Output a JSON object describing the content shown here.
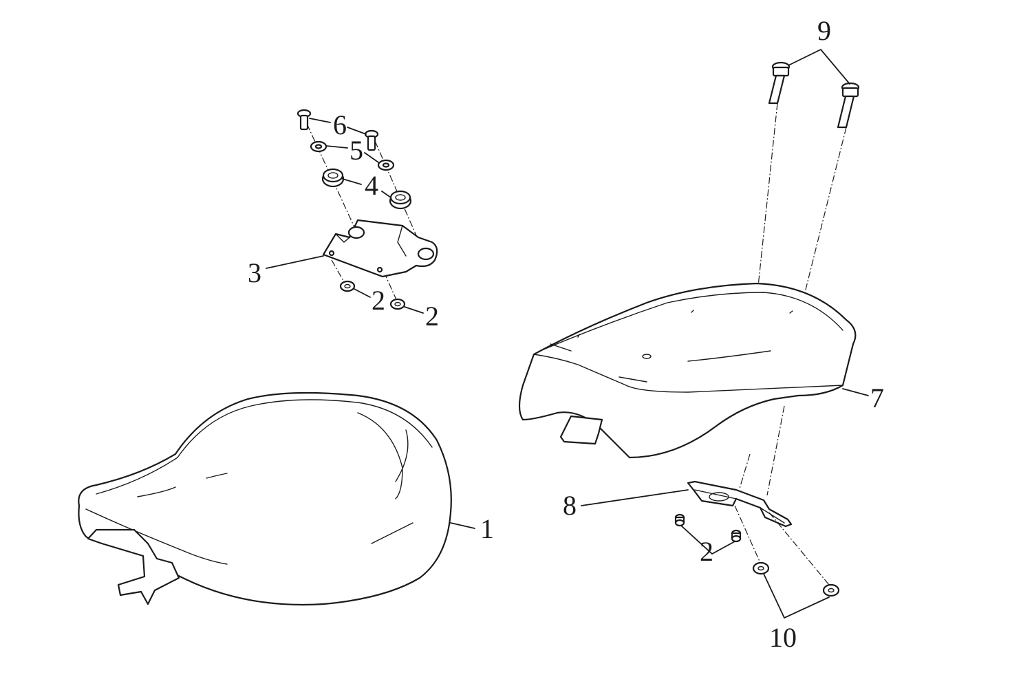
{
  "callouts": {
    "part_1": "1",
    "part_2_upper_left": "2",
    "part_2_upper_right": "2",
    "part_2_lower": "2",
    "part_3": "3",
    "part_4": "4",
    "part_5": "5",
    "part_6": "6",
    "part_7": "7",
    "part_8": "8",
    "part_9": "9",
    "part_10": "10"
  },
  "colors": {
    "line": "#1a1a1a",
    "background": "#ffffff"
  }
}
